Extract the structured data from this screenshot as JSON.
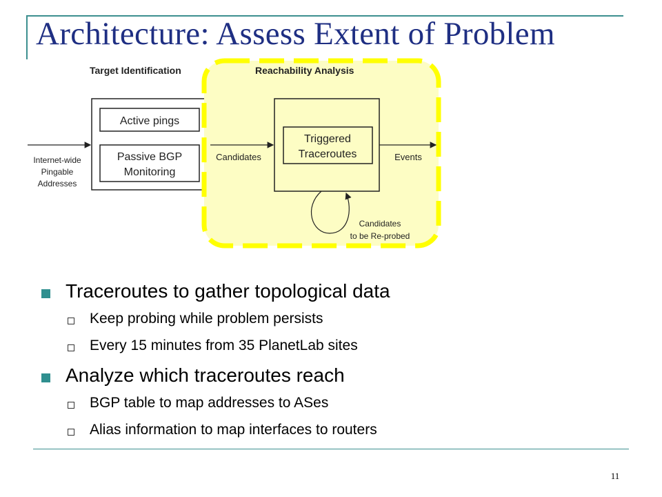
{
  "slide": {
    "title": "Architecture: Assess Extent of Problem",
    "page_number": "11"
  },
  "diagram": {
    "target_identification_label": "Target Identification",
    "reachability_analysis_label": "Reachability Analysis",
    "input_lines": [
      "Internet-wide",
      "Pingable",
      "Addresses"
    ],
    "active_pings": "Active pings",
    "passive_bgp_lines": [
      "Passive BGP",
      "Monitoring"
    ],
    "candidates": "Candidates",
    "triggered_traceroutes_lines": [
      "Triggered",
      "Traceroutes"
    ],
    "events": "Events",
    "reprobe_lines": [
      "Candidates",
      "to be Re-probed"
    ],
    "highlight_color": "#ffff00",
    "highlight_fill": "#fdfdc4"
  },
  "bullets": [
    {
      "text": "Traceroutes to gather topological data",
      "sub": [
        "Keep probing while problem persists",
        "Every 15 minutes from 35 PlanetLab sites"
      ]
    },
    {
      "text": "Analyze which traceroutes reach",
      "sub": [
        "BGP table to map addresses to ASes",
        "Alias information to map interfaces to routers"
      ]
    }
  ],
  "colors": {
    "title": "#1f2f83",
    "accent": "#2f8f8f"
  }
}
